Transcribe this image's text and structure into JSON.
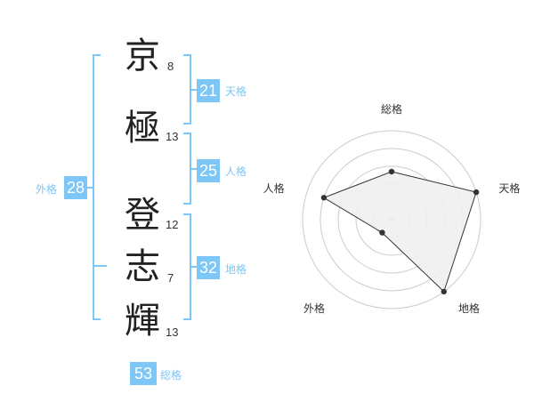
{
  "name": {
    "chars": [
      "京",
      "極",
      "登",
      "志",
      "輝"
    ],
    "strokes": [
      "8",
      "13",
      "12",
      "7",
      "13"
    ]
  },
  "fortune": {
    "tenkaku": {
      "label": "天格",
      "value": "21"
    },
    "jinkaku": {
      "label": "人格",
      "value": "25"
    },
    "chikaku": {
      "label": "地格",
      "value": "32"
    },
    "gaikaku": {
      "label": "外格",
      "value": "28"
    },
    "soukaku": {
      "label": "総格",
      "value": "53"
    }
  },
  "chart_data": {
    "type": "radar",
    "axes": [
      "総格",
      "天格",
      "地格",
      "外格",
      "人格"
    ],
    "levels": 5,
    "max": 5,
    "values": [
      2.7,
      5,
      5,
      0.9,
      4
    ],
    "fill_color": "#efefef",
    "line_color": "#333333",
    "grid_color": "#cccccc",
    "accent": "#7dc6f5"
  }
}
